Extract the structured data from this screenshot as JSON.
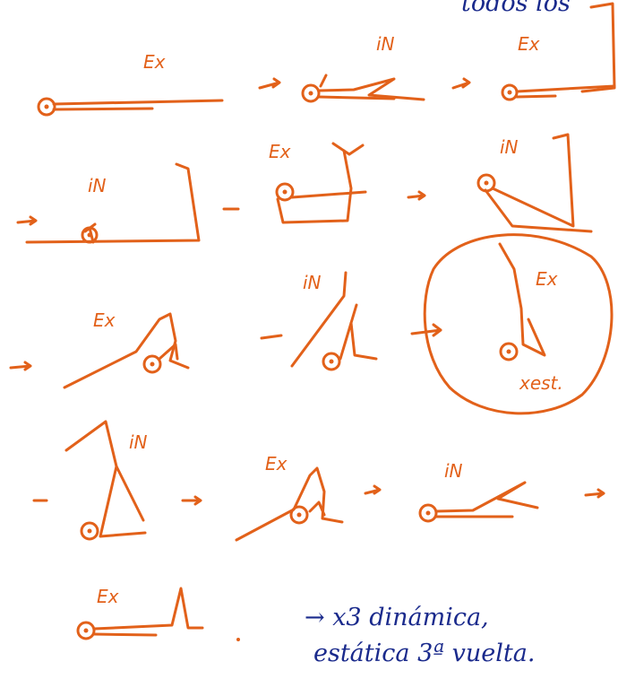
{
  "colors": {
    "ink_orange": "#e2611a",
    "ink_blue": "#1a2a8c",
    "background": "#ffffff"
  },
  "labels": {
    "ex": "Ex",
    "in": "iN",
    "xest": "xest.",
    "top_partial": "todos los"
  },
  "note": {
    "line1": "→ x3 dinámica,",
    "line2": "estática 3ª vuelta."
  },
  "sequence": [
    {
      "phase": "Ex"
    },
    {
      "phase": "iN"
    },
    {
      "phase": "Ex"
    },
    {
      "phase": "iN"
    },
    {
      "phase": "Ex"
    },
    {
      "phase": "iN"
    },
    {
      "phase": "Ex"
    },
    {
      "phase": "iN"
    },
    {
      "phase": "Ex",
      "highlight": "xest."
    },
    {
      "phase": "iN"
    },
    {
      "phase": "Ex"
    },
    {
      "phase": "iN"
    },
    {
      "phase": "Ex"
    }
  ]
}
